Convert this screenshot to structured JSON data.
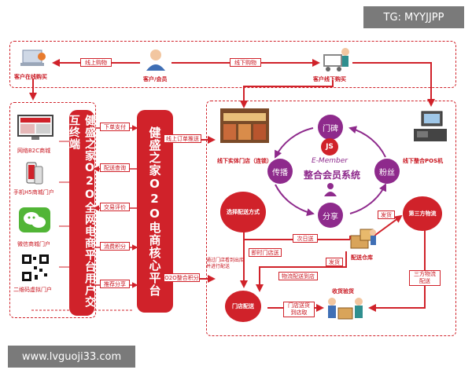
{
  "watermarks": {
    "top": "TG: MYYJJPP",
    "bottom": "www.lvguoji33.com"
  },
  "top_row": {
    "online_buyer": "客户在线购买",
    "online_purchase": "线上购物",
    "customer_member": "客户/会员",
    "offline_purchase": "线下购物",
    "offline_buyer": "客户线下购买"
  },
  "left_channels": [
    {
      "label": "网络B2C商城"
    },
    {
      "label": "手机H5商城门户"
    },
    {
      "label": "微信商城门户"
    },
    {
      "label": "二维码虚拟门户"
    }
  ],
  "pill_user": "健盛之家O2O全网电商平台用户交互终端",
  "pill_core": "健盛之家O2O电商核心平台",
  "mid_tags": [
    "下单支付",
    "配送查询",
    "交易评价",
    "消费积分",
    "推荐分享"
  ],
  "bottom_tag": "O2O整合积分",
  "online_order_push": "线上订单推送",
  "store_label": "线下实体门店（连锁）",
  "pos_label": "线下整合POS机",
  "ring": {
    "reputation": "门碑",
    "spread": "传播",
    "fans": "粉丝",
    "share": "分享",
    "logo_text": "JS",
    "brand": "E-Member",
    "title": "整合会员系统"
  },
  "delivery": {
    "choose_method": "选择配送方式",
    "next_day": "次日送",
    "ship1": "发货",
    "ship2": "发货",
    "third_party": "第三方物流",
    "instant_store": "即时门店送",
    "warehouse": "配送仓库",
    "store_note": "通过门店看到出库\n并进行配送",
    "logistics_to_store": "物流配送到店",
    "third_party_delivery": "三方物流\n配送",
    "store_delivery": "门店配送",
    "store_ship_home": "门店送货\n到店取",
    "receive_check": "收货验货"
  },
  "colors": {
    "red": "#d0222a",
    "purple": "#8e2a8c",
    "watermark": "#7a7a7a"
  }
}
